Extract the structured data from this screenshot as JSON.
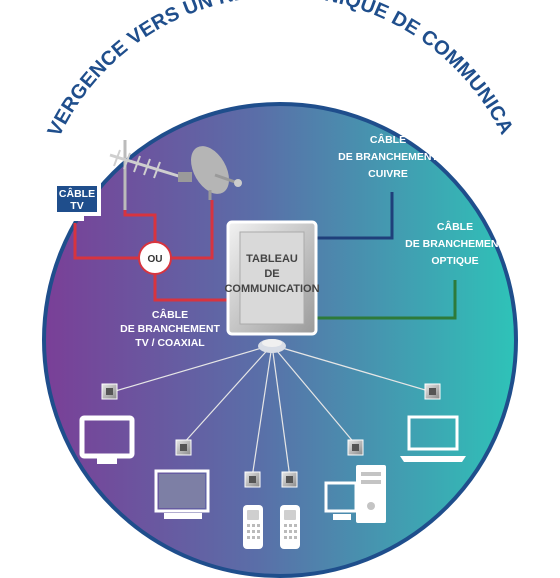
{
  "title": "CONVERGENCE VERS UN RÉSEAU UNIQUE DE COMMUNICATION",
  "cable_tv": [
    "CÂBLE",
    "TV"
  ],
  "ou": "OU",
  "panel": [
    "TABLEAU",
    "DE",
    "COMMUNICATION"
  ],
  "coaxial": [
    "CÂBLE",
    "DE BRANCHEMENT",
    "TV / COAXIAL"
  ],
  "cuivre": [
    "CÂBLE",
    "DE BRANCHEMENT",
    "CUIVRE"
  ],
  "optique": [
    "CÂBLE",
    "DE BRANCHEMENT",
    "OPTIQUE"
  ],
  "colors": {
    "title": "#1f4e8c",
    "circle_left": "#7a3f97",
    "circle_mid": "#5a6ea8",
    "circle_right": "#2ec3b8",
    "coax_line": "#d7343f",
    "copper_line": "#1f3f7a",
    "fiber_line": "#2d7a3a"
  },
  "icons": [
    "tv-antenna-icon",
    "satellite-dish-icon",
    "cable-tv-box-icon",
    "tv-icon",
    "monitor-icon",
    "phone-icon",
    "desktop-computer-icon",
    "laptop-icon",
    "wall-socket-icon",
    "hub-icon"
  ]
}
